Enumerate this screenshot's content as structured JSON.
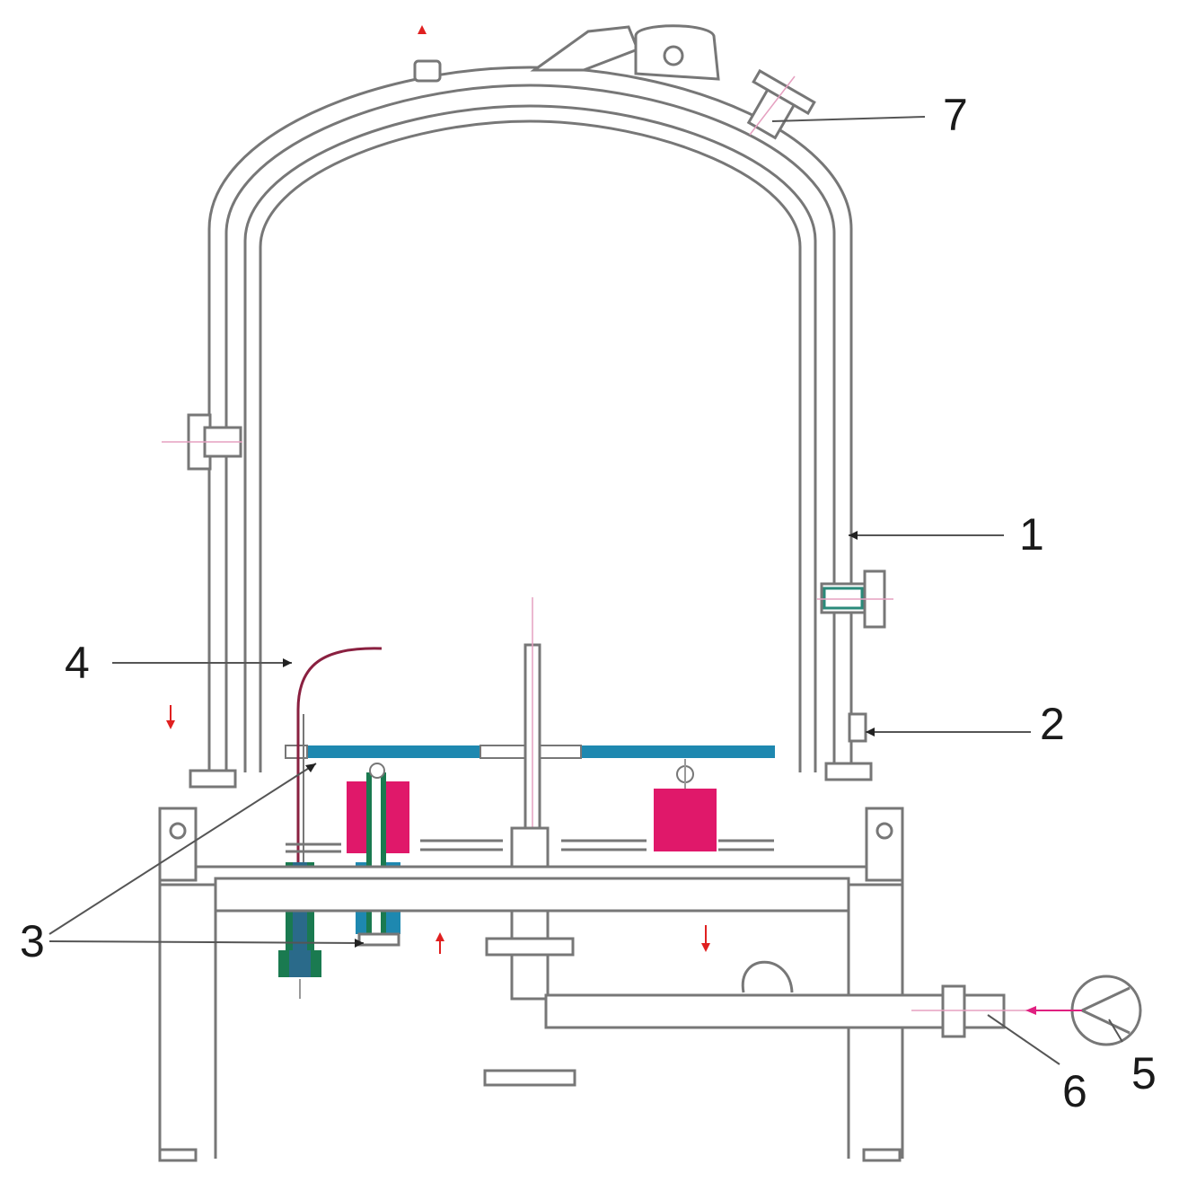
{
  "figure": {
    "labels": [
      {
        "id": "1",
        "text": "1"
      },
      {
        "id": "2",
        "text": "2"
      },
      {
        "id": "3",
        "text": "3"
      },
      {
        "id": "4",
        "text": "4"
      },
      {
        "id": "5",
        "text": "5"
      },
      {
        "id": "6",
        "text": "6"
      },
      {
        "id": "7",
        "text": "7"
      }
    ]
  },
  "colors": {
    "line": "#777777",
    "plate": "#1e88b0",
    "magnet": "#e0186a",
    "green": "#1a7a50",
    "teal": "#1e88b0",
    "arrow": "#e02020",
    "gas_arrow": "#e02080"
  }
}
